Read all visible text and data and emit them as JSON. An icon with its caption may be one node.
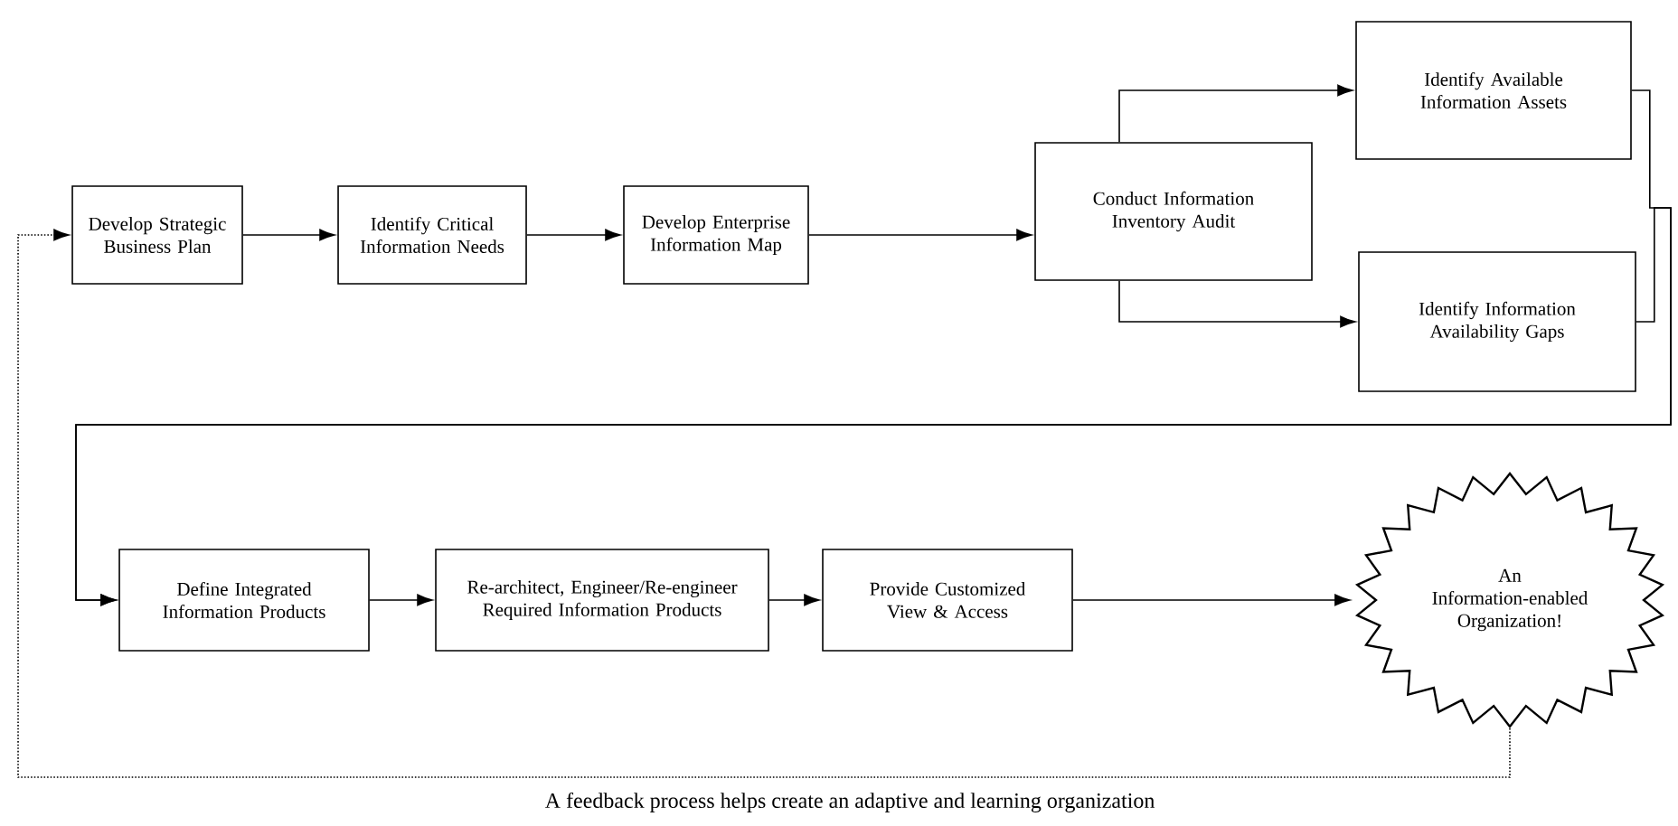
{
  "diagram": {
    "caption": "A feedback process helps create an adaptive and learning organization",
    "nodes": [
      {
        "text": [
          "Develop Strategic Business Plan"
        ]
      },
      {
        "text": [
          "Identify Critical Information Needs"
        ]
      },
      {
        "text": [
          "Develop Enterprise Information Map"
        ]
      },
      {
        "text": [
          "Conduct Information Inventory Audit"
        ]
      },
      {
        "text": [
          "Identify Available Information Assets"
        ]
      },
      {
        "text": [
          "Identify Information Availability Gaps"
        ]
      },
      {
        "text": [
          "Define Integrated Information Products"
        ]
      },
      {
        "text": [
          "Re-architect, Engineer/Re-engineer Required Information Products"
        ]
      },
      {
        "text": [
          "Provide Customized View & Access"
        ]
      },
      {
        "text": [
          "An Information-enabled Organization!"
        ]
      }
    ],
    "edges": [
      {
        "from": 0,
        "to": 1,
        "arrow": "to"
      },
      {
        "from": 1,
        "to": 2,
        "arrow": "to"
      },
      {
        "from": 2,
        "to": 3,
        "arrow": "to"
      },
      {
        "from": 3,
        "to": 4,
        "arrow": "to"
      },
      {
        "from": 3,
        "to": 5,
        "arrow": "to"
      },
      {
        "from": 4,
        "to": 6,
        "arrow": "to"
      },
      {
        "from": 5,
        "to": 6,
        "arrow": "to"
      },
      {
        "from": 6,
        "to": 7,
        "arrow": "to"
      },
      {
        "from": 7,
        "to": 8,
        "arrow": "to"
      },
      {
        "from": 8,
        "to": 9,
        "arrow": "to"
      },
      {
        "from": 9,
        "to": 0,
        "arrow": "to",
        "style": "dashed"
      }
    ]
  }
}
